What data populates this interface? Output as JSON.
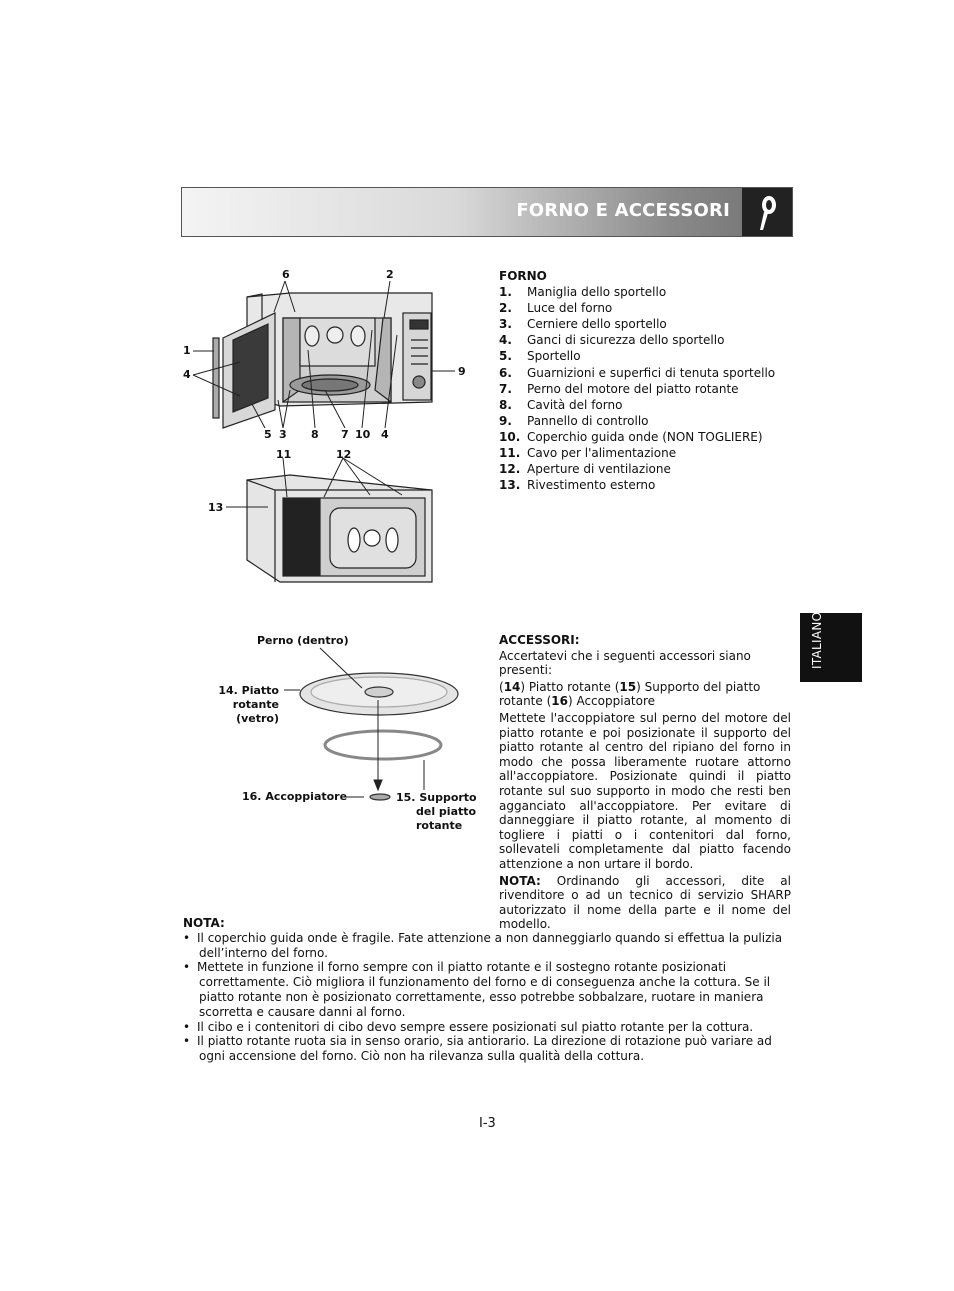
{
  "header": {
    "title": "FORNO E ACCESSORI",
    "icon": "pen-icon"
  },
  "side_tab": {
    "label": "ITALIANO"
  },
  "oven_callouts": {
    "c6": "6",
    "c2": "2",
    "c1": "1",
    "c4a": "4",
    "c9": "9",
    "c5": "5",
    "c3": "3",
    "c8": "8",
    "c7": "7",
    "c10": "10",
    "c4b": "4",
    "c11": "11",
    "c12": "12",
    "c13": "13"
  },
  "forno": {
    "heading": "FORNO",
    "items": [
      {
        "num": "1.",
        "text": "Maniglia dello sportello"
      },
      {
        "num": "2.",
        "text": "Luce del forno"
      },
      {
        "num": "3.",
        "text": "Cerniere dello sportello"
      },
      {
        "num": "4.",
        "text": "Ganci di sicurezza dello sportello"
      },
      {
        "num": "5.",
        "text": "Sportello"
      },
      {
        "num": "6.",
        "text": "Guarnizioni e superfici di tenuta sportello"
      },
      {
        "num": "7.",
        "text": "Perno del motore del piatto rotante"
      },
      {
        "num": "8.",
        "text": "Cavità del forno"
      },
      {
        "num": "9.",
        "text": "Pannello di controllo"
      },
      {
        "num": "10.",
        "text": "Coperchio guida onde (NON TOGLIERE)"
      },
      {
        "num": "11.",
        "text": "Cavo per l'alimentazione"
      },
      {
        "num": "12.",
        "text": "Aperture di ventilazione"
      },
      {
        "num": "13.",
        "text": "Rivestimento esterno"
      }
    ]
  },
  "acc_callouts": {
    "perno": "Perno (dentro)",
    "piatto_1": "14. Piatto",
    "piatto_2": "rotante",
    "piatto_3": "(vetro)",
    "accoppiatore": "16. Accoppiatore",
    "supporto_1": "15. Supporto",
    "supporto_2": "del piatto",
    "supporto_3": "rotante"
  },
  "accessori": {
    "heading": "ACCESSORI:",
    "intro": "Accertatevi che i seguenti accessori siano presenti:",
    "list_a": "(",
    "list_b": "14",
    "list_c": ") Piatto rotante (",
    "list_d": "15",
    "list_e": ") Supporto del piatto rotante (",
    "list_f": "16",
    "list_g": ") Accoppiatore",
    "para": "Mettete l'accoppiatore sul perno del motore del piatto rotante e poi posizionate il supporto del piatto rotante al centro del ripiano del forno in modo che possa liberamente ruotare attorno all'accoppiatore. Posizionate quindi il piatto rotante sul suo supporto in modo che resti ben agganciato all'accoppiatore. Per evitare di danneggiare il piatto rotante, al momento di togliere i piatti o i contenitori dal forno, sollevateli completamente dal piatto facendo attenzione a non urtare il bordo.",
    "nota_label": "NOTA:",
    "nota_text": " Ordinando gli accessori, dite al rivenditore o ad un tecnico di servizio SHARP autorizzato il nome della parte e il nome del modello."
  },
  "nota": {
    "heading": "NOTA:",
    "bullets": [
      "Il coperchio guida onde è fragile. Fate attenzione a non danneggiarlo quando si effettua la pulizia dell’interno del forno.",
      "Mettete in funzione il forno sempre con il piatto rotante e il sostegno rotante posizionati correttamente. Ciò migliora il funzionamento del forno e di conseguenza anche la cottura. Se il piatto rotante non è posizionato correttamente, esso potrebbe sobbalzare, ruotare in maniera scorretta e causare danni al forno.",
      "Il cibo e i contenitori di cibo devo sempre essere posizionati sul piatto rotante per la cottura.",
      "Il piatto rotante ruota sia in senso orario, sia antiorario. La direzione di rotazione può variare ad ogni accensione del forno. Ciò non ha rilevanza sulla qualità della cottura."
    ]
  },
  "page_number": "I-3"
}
